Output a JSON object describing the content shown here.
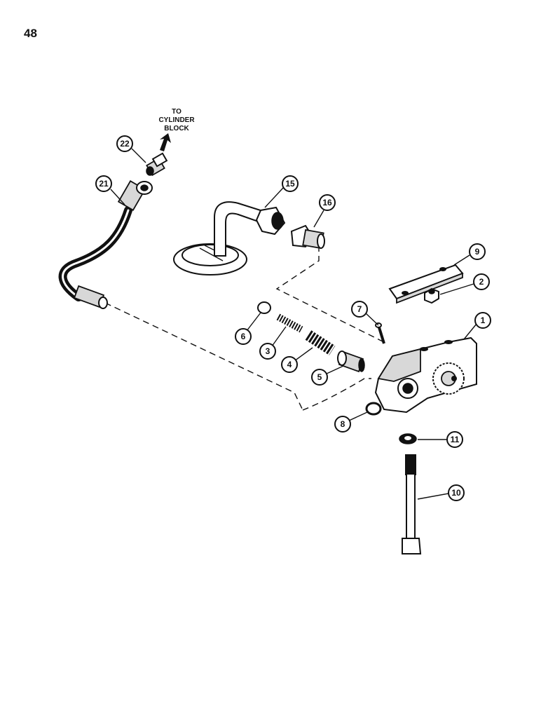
{
  "page_number": "48",
  "note": {
    "lines": [
      "TO",
      "CYLINDER",
      "BLOCK"
    ]
  },
  "callouts": {
    "c1": "1",
    "c2": "2",
    "c3": "3",
    "c4": "4",
    "c5": "5",
    "c6": "6",
    "c7": "7",
    "c8": "8",
    "c9": "9",
    "c10": "10",
    "c11": "11",
    "c15": "15",
    "c16": "16",
    "c21": "21",
    "c22": "22"
  }
}
